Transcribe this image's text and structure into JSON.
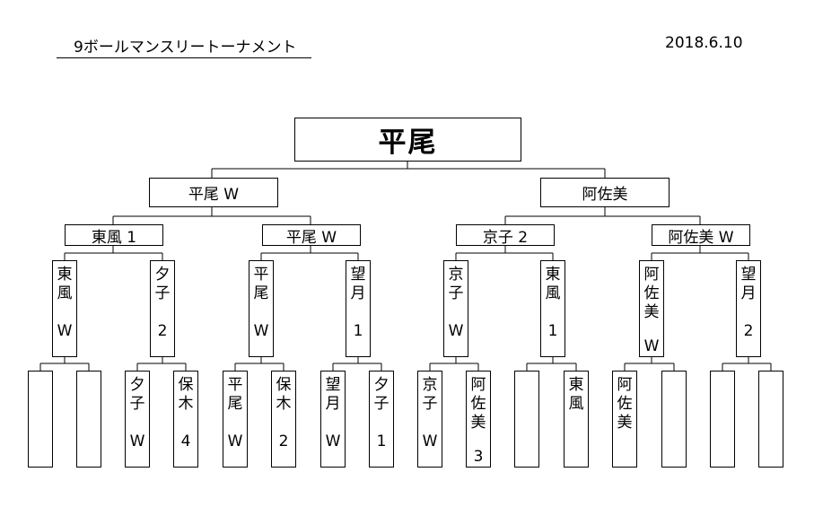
{
  "header": {
    "title": "9ボールマンスリートーナメント",
    "date": "2018.6.10"
  },
  "champion": "平尾",
  "semis": [
    "平尾 W",
    "阿佐美"
  ],
  "quarters": [
    "東風 1",
    "平尾 W",
    "京子 2",
    "阿佐美 W"
  ],
  "round2": [
    {
      "name": "東風",
      "result": "W"
    },
    {
      "name": "夕子",
      "result": "2"
    },
    {
      "name": "平尾",
      "result": "W"
    },
    {
      "name": "望月",
      "result": "1"
    },
    {
      "name": "京子",
      "result": "W"
    },
    {
      "name": "東風",
      "result": "1"
    },
    {
      "name": "阿佐美",
      "result": "W"
    },
    {
      "name": "望月",
      "result": "2"
    }
  ],
  "round1": [
    {
      "name": "",
      "result": ""
    },
    {
      "name": "",
      "result": ""
    },
    {
      "name": "夕子",
      "result": "W"
    },
    {
      "name": "保木",
      "result": "4"
    },
    {
      "name": "平尾",
      "result": "W"
    },
    {
      "name": "保木",
      "result": "2"
    },
    {
      "name": "望月",
      "result": "W"
    },
    {
      "name": "夕子",
      "result": "1"
    },
    {
      "name": "京子",
      "result": "W"
    },
    {
      "name": "阿佐美",
      "result": "3"
    },
    {
      "name": "",
      "result": ""
    },
    {
      "name": "東風",
      "result": ""
    },
    {
      "name": "阿佐美",
      "result": ""
    },
    {
      "name": "",
      "result": ""
    },
    {
      "name": "",
      "result": ""
    },
    {
      "name": "",
      "result": ""
    }
  ]
}
